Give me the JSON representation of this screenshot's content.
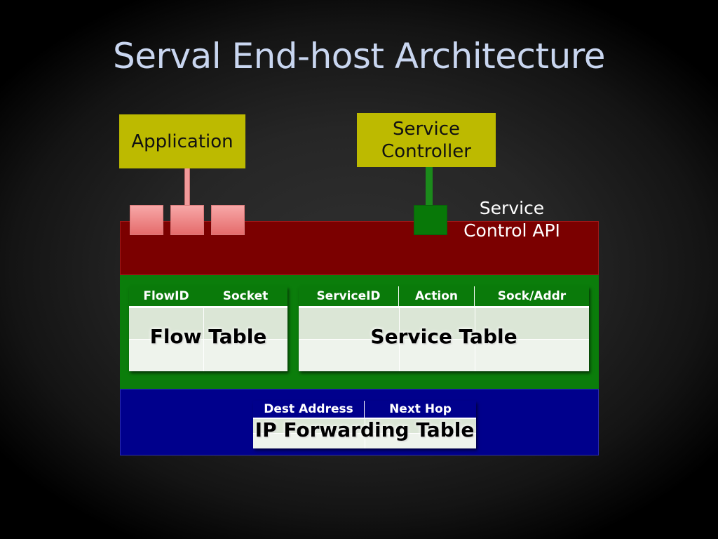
{
  "slide": {
    "title": "Serval End-host Architecture"
  },
  "diagram": {
    "application": "Application",
    "service_controller": "Service Controller",
    "service_control_api": "Service Control API",
    "flow_table": {
      "title": "Flow Table",
      "columns": [
        "FlowID",
        "Socket"
      ]
    },
    "service_table": {
      "title": "Service Table",
      "columns": [
        "ServiceID",
        "Action",
        "Sock/Addr"
      ]
    },
    "ip_forwarding_table": {
      "title": "IP Forwarding Table",
      "columns": [
        "Dest Address",
        "Next Hop"
      ]
    }
  },
  "colors": {
    "title_text": "#c9d6f0",
    "yellow_box": "#bdba00",
    "socket_layer": "#7b0000",
    "service_layer": "#0b7d0b",
    "network_layer": "#00008c",
    "socket_block": "#e56b6b"
  }
}
